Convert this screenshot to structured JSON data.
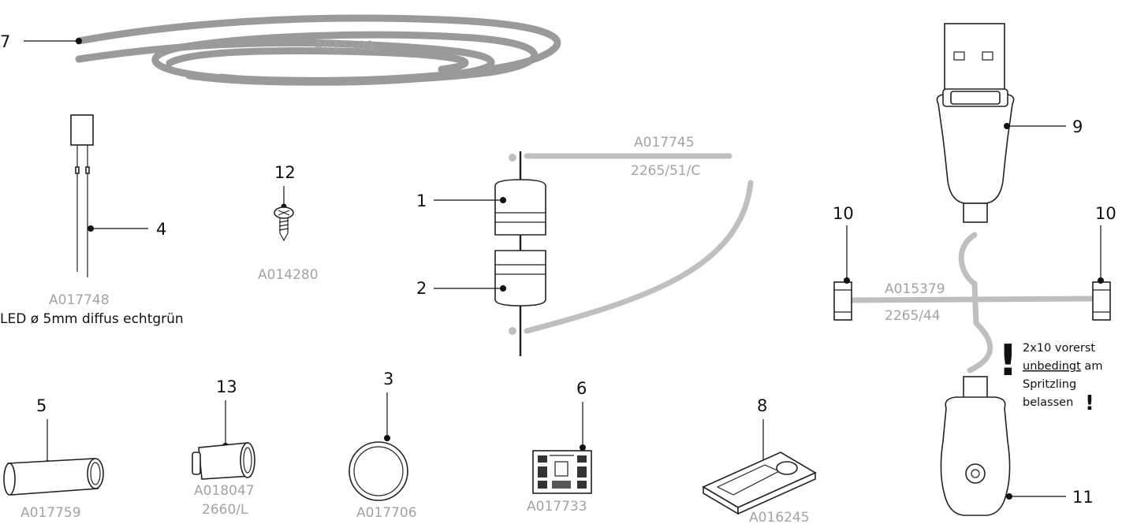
{
  "parts": {
    "p7": {
      "num": "7",
      "code": "A015109"
    },
    "p4": {
      "num": "4",
      "code": "A017748",
      "desc": "LED ø 5mm diffus echtgrün"
    },
    "p12": {
      "num": "12",
      "code": "A014280"
    },
    "p1": {
      "num": "1"
    },
    "p2": {
      "num": "2"
    },
    "cable_rod": {
      "code": "A017745",
      "code2": "2265/51/C"
    },
    "p9": {
      "num": "9"
    },
    "p10a": {
      "num": "10"
    },
    "p10b": {
      "num": "10"
    },
    "sprue": {
      "code": "A015379",
      "code2": "2265/44"
    },
    "p11": {
      "num": "11"
    },
    "p5": {
      "num": "5",
      "code": "A017759"
    },
    "p13": {
      "num": "13",
      "code": "A018047",
      "code2": "2660/L"
    },
    "p3": {
      "num": "3",
      "code": "A017706"
    },
    "p6": {
      "num": "6",
      "code": "A017733"
    },
    "p8": {
      "num": "8",
      "code": "A016245"
    }
  },
  "note": {
    "line1": "2x10 vorerst",
    "line2a": "unbedingt",
    "line2b": " am",
    "line3": "Spritzling",
    "line4": "belassen",
    "mark": "!"
  },
  "icons": [
    "cable-coil",
    "led",
    "screw",
    "resistor-stack",
    "usb-plug",
    "end-cap",
    "tube",
    "ring",
    "circuit-board",
    "plate"
  ],
  "colors": {
    "ink": "#111111",
    "code_grey": "#a3a3a3",
    "cable_grey": "#9a9a9a",
    "rod_grey": "#bfbfbf"
  }
}
